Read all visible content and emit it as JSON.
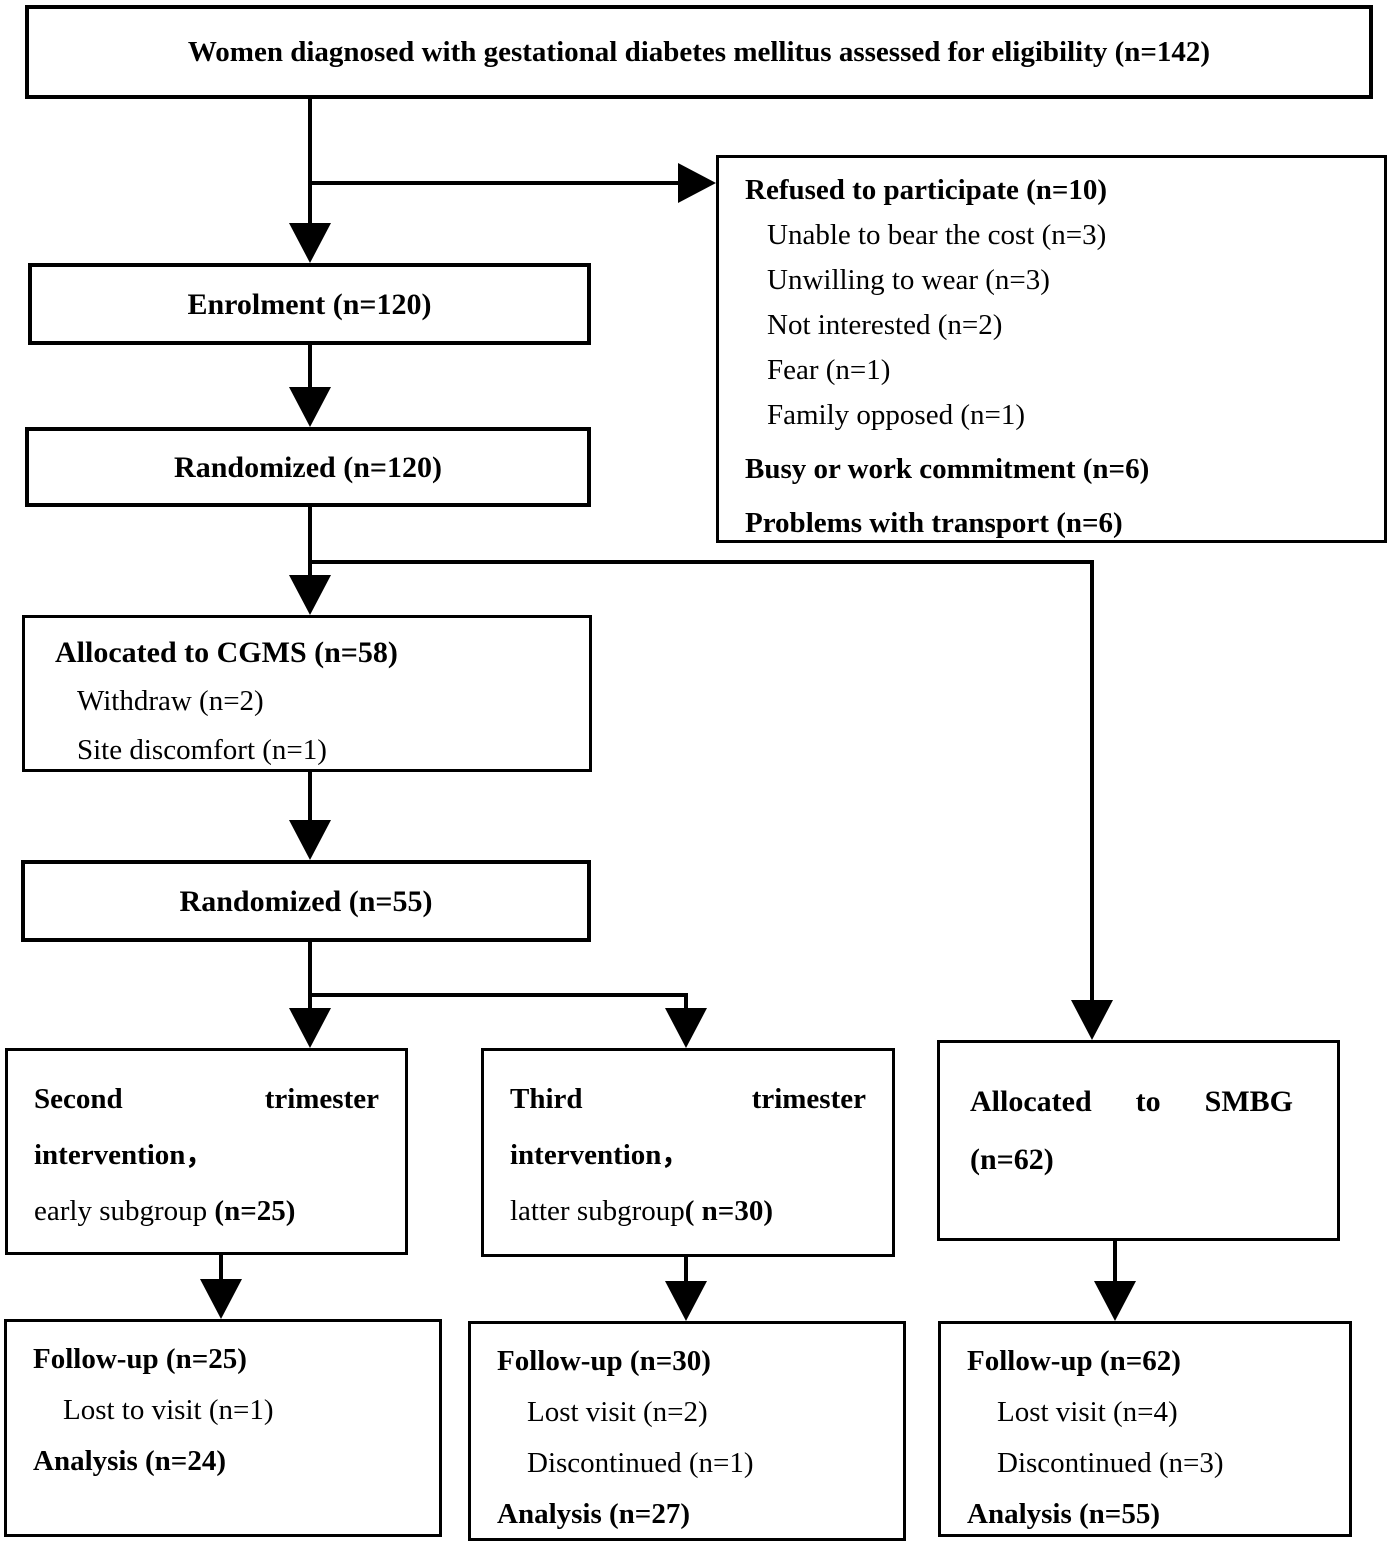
{
  "colors": {
    "ink": "#000000",
    "paper": "#ffffff"
  },
  "boxes": {
    "eligibility": {
      "title": "Women diagnosed with gestational diabetes mellitus assessed for eligibility (n=142)"
    },
    "refused": {
      "title": "Refused to participate (n=10)",
      "reasons": [
        "Unable to bear the cost (n=3)",
        "Unwilling to wear (n=3)",
        "Not interested (n=2)",
        "Fear (n=1)",
        "Family opposed (n=1)"
      ],
      "busy": "Busy or work commitment (n=6)",
      "transport": "Problems with transport (n=6)"
    },
    "enrolment": {
      "title": "Enrolment (n=120)"
    },
    "randomized120": {
      "title": "Randomized (n=120)"
    },
    "cgms": {
      "title": "Allocated to CGMS (n=58)",
      "items": [
        "Withdraw (n=2)",
        "Site discomfort (n=1)"
      ]
    },
    "randomized55": {
      "title": "Randomized (n=55)"
    },
    "second": {
      "word1": "Second",
      "word2": "trimester",
      "line2": "intervention，",
      "line3_regular": "early subgroup ",
      "line3_bold": "(n=25)"
    },
    "third": {
      "word1": "Third",
      "word2": "trimester",
      "line2": "intervention，",
      "line3_regular": "latter subgroup",
      "line3_bold": "( n=30)"
    },
    "smbg": {
      "word1": "Allocated",
      "word2": "to",
      "word3": "SMBG",
      "line2": "(n=62)"
    },
    "followup25": {
      "line1": "Follow-up (n=25)",
      "line2": "Lost to visit (n=1)",
      "line3": "Analysis (n=24)"
    },
    "followup30": {
      "line1": "Follow-up (n=30)",
      "line2": "Lost visit (n=2)",
      "line3": "Discontinued (n=1)",
      "line4": "Analysis (n=27)"
    },
    "followup62": {
      "line1": "Follow-up (n=62)",
      "line2": "Lost visit (n=4)",
      "line3": "Discontinued (n=3)",
      "line4": "Analysis (n=55)"
    }
  }
}
